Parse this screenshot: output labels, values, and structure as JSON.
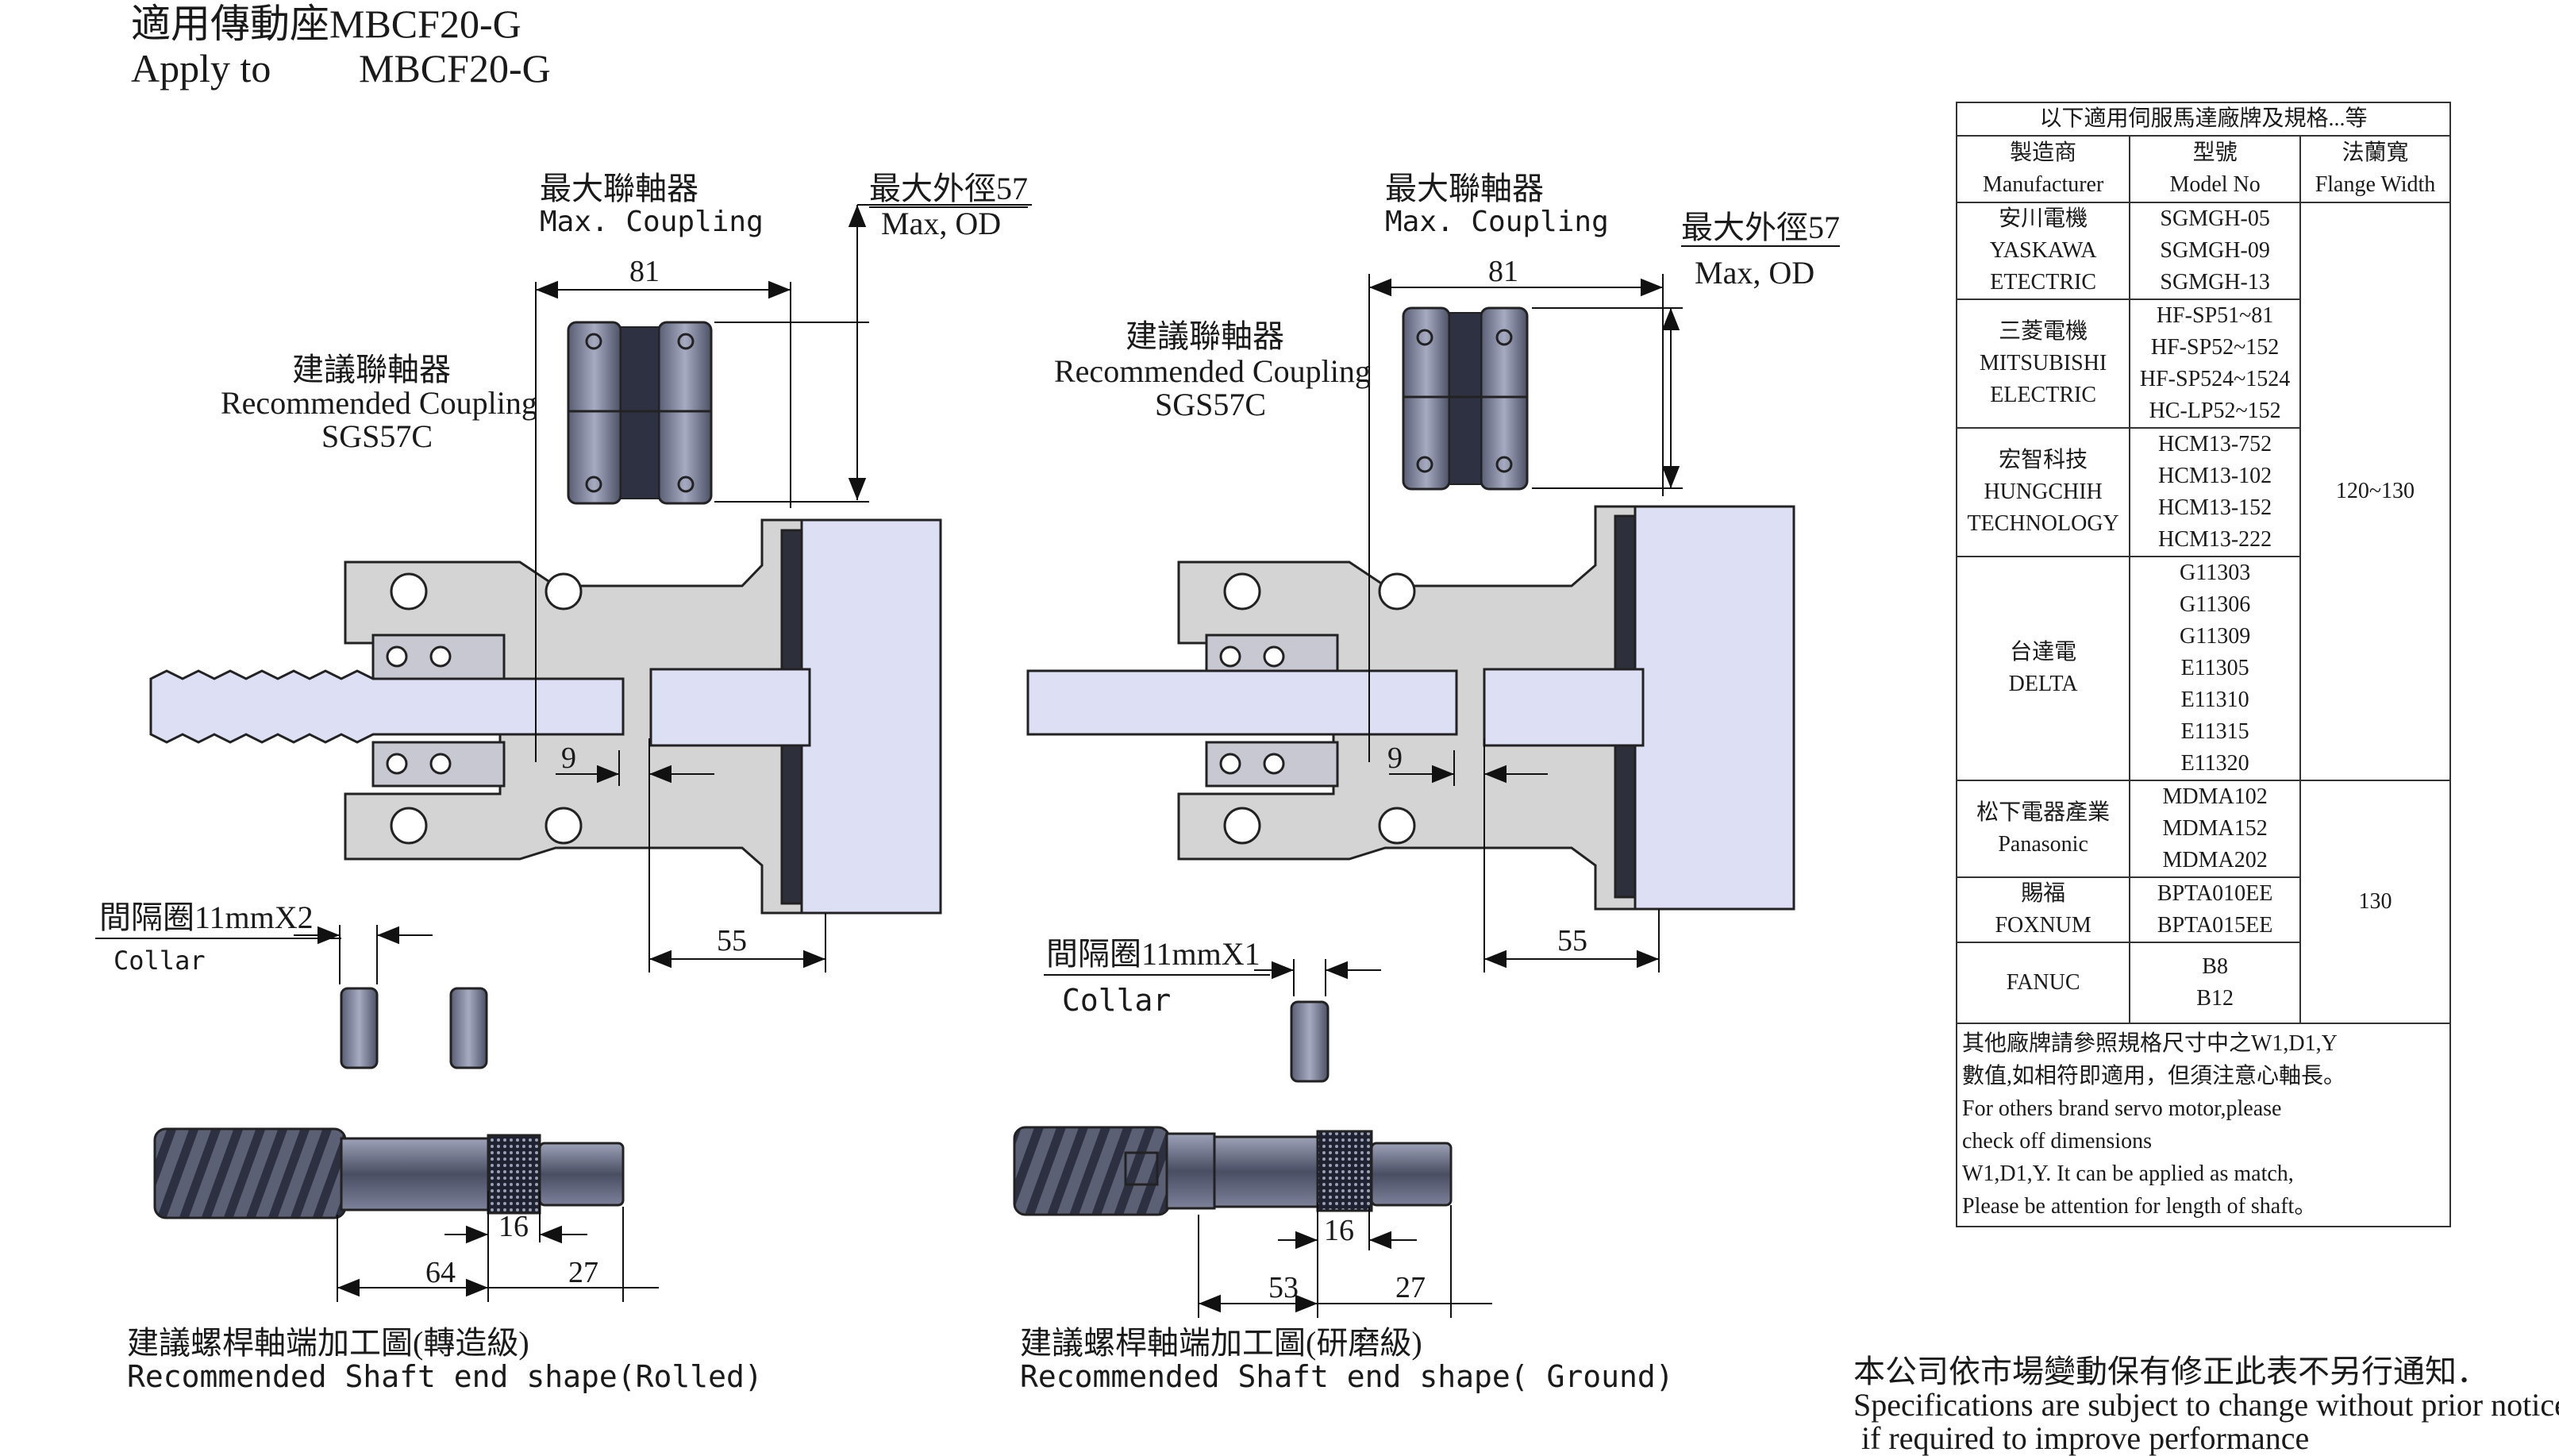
{
  "title": {
    "line1": "適用傳動座MBCF20-G",
    "line2_prefix": "Apply to",
    "line2_model": "MBCF20-G"
  },
  "left": {
    "max_coupling_cn": "最大聯軸器",
    "max_coupling_en": "Max. Coupling",
    "max_od_cn": "最大外徑57",
    "max_od_en": "Max, OD",
    "rec_cn": "建議聯軸器",
    "rec_en": "Recommended Coupling",
    "rec_model": "SGS57C",
    "dim_81": "81",
    "dim_9": "9",
    "dim_55": "55",
    "collar_cn": "間隔圈11mmX2",
    "collar_en": "Collar",
    "dim_16": "16",
    "dim_64": "64",
    "dim_27": "27",
    "shaft_cn": "建議螺桿軸端加工圖(轉造級)",
    "shaft_en": "Recommended Shaft end shape(Rolled)"
  },
  "right": {
    "max_coupling_cn": "最大聯軸器",
    "max_coupling_en": "Max. Coupling",
    "max_od_cn": "最大外徑57",
    "max_od_en": "Max, OD",
    "rec_cn": "建議聯軸器",
    "rec_en": "Recommended Coupling",
    "rec_model": "SGS57C",
    "dim_81": "81",
    "dim_9": "9",
    "dim_55": "55",
    "collar_cn": "間隔圈11mmX1",
    "collar_en": "Collar",
    "dim_16": "16",
    "dim_53": "53",
    "dim_27": "27",
    "shaft_cn": "建議螺桿軸端加工圖(研磨級)",
    "shaft_en": "Recommended Shaft end shape( Ground)"
  },
  "table": {
    "caption": "以下適用伺服馬達廠牌及規格...等",
    "headers": {
      "mfr_cn": "製造商",
      "mfr_en": "Manufacturer",
      "model_cn": "型號",
      "model_en": "Model No",
      "flange_cn": "法蘭寬",
      "flange_en": "Flange Width"
    },
    "yaskawa": {
      "cn": "安川電機",
      "en1": "YASKAWA",
      "en2": "ETECTRIC",
      "models": [
        "SGMGH-05",
        "SGMGH-09",
        "SGMGH-13"
      ]
    },
    "mitsubishi": {
      "cn": "三菱電機",
      "en1": "MITSUBISHI",
      "en2": "ELECTRIC",
      "models": [
        "HF-SP51~81",
        "HF-SP52~152",
        "HF-SP524~1524",
        "HC-LP52~152"
      ]
    },
    "hungchih": {
      "cn": "宏智科技",
      "en1": "HUNGCHIH",
      "en2": "TECHNOLOGY",
      "models": [
        "HCM13-752",
        "HCM13-102",
        "HCM13-152",
        "HCM13-222"
      ]
    },
    "delta": {
      "cn": "台達電",
      "en1": "DELTA",
      "models": [
        "G11303",
        "G11306",
        "G11309",
        "E11305",
        "E11310",
        "E11315",
        "E11320"
      ]
    },
    "panasonic": {
      "cn": "松下電器產業",
      "en1": "Panasonic",
      "models": [
        "MDMA102",
        "MDMA152",
        "MDMA202"
      ]
    },
    "foxnum": {
      "cn": "賜福",
      "en1": "FOXNUM",
      "models": [
        "BPTA010EE",
        "BPTA015EE"
      ]
    },
    "fanuc": {
      "en1": "FANUC",
      "models": [
        "B8",
        "B12"
      ]
    },
    "flange_a": "120~130",
    "flange_b": "130",
    "note": [
      "其他廠牌請參照規格尺寸中之W1,D1,Y",
      "數值,如相符即適用，但須注意心軸長。",
      "For others brand servo motor,please",
      "check off dimensions",
      "W1,D1,Y. It can be applied as match,",
      "Please be attention for length of shaft。"
    ]
  },
  "footer": {
    "cn": "本公司依市場變動保有修正此表不另行通知．",
    "en1": "Specifications are subject to change without prior notice",
    "en2": "if required to improve performance"
  }
}
